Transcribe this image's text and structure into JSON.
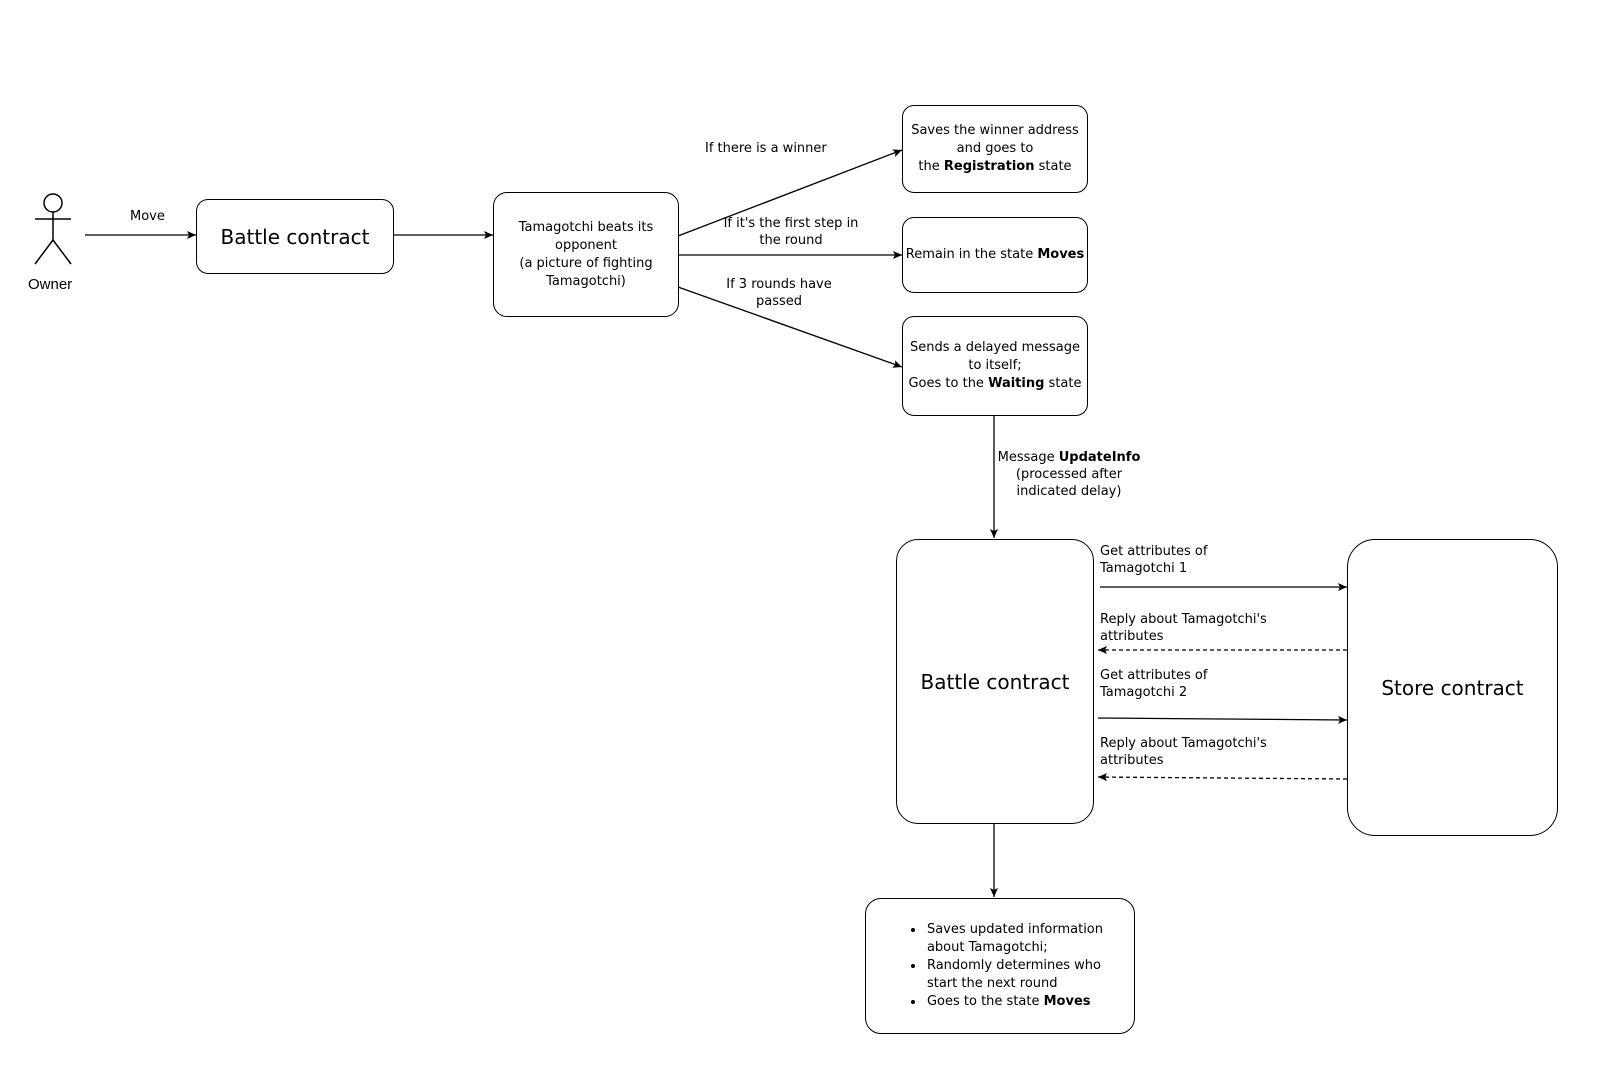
{
  "actor": {
    "label": "Owner"
  },
  "nodes": {
    "battle_contract_1": "Battle contract",
    "tamagotchi_beats": [
      "Tamagotchi beats its",
      "opponent",
      "(a picture of fighting",
      "Tamagotchi)"
    ],
    "saves_winner": {
      "l1": "Saves the winner address",
      "l2": "and goes to",
      "l3_pre": "the ",
      "l3_bold": "Registration",
      "l3_post": " state"
    },
    "remain": {
      "pre": "Remain in the state ",
      "bold": "Moves"
    },
    "sends_delayed": {
      "l1": "Sends a delayed message",
      "l2": "to itself;",
      "l3_pre": "Goes to the ",
      "l3_bold": "Waiting",
      "l3_post": " state"
    },
    "battle_contract_2": "Battle contract",
    "store_contract": "Store contract",
    "final_box": {
      "b1_l1": "Saves updated information",
      "b1_l2": "about Tamagotchi;",
      "b2_l1": "Randomly determines who",
      "b2_l2": "start the next round",
      "b3_pre": "Goes to the state ",
      "b3_bold": "Moves"
    }
  },
  "edge_labels": {
    "move": "Move",
    "winner": "If there is a winner",
    "first_step": [
      "If it's the first step in",
      "the round"
    ],
    "three_rounds": [
      "If 3 rounds  have",
      "passed"
    ],
    "update_info": {
      "pre": "Message ",
      "bold": "UpdateInfo",
      "l2": "(processed after",
      "l3": "indicated delay)"
    },
    "get_attr_1": [
      "Get attributes of",
      "Tamagotchi 1"
    ],
    "reply_1": [
      "Reply about Tamagotchi's",
      "attributes"
    ],
    "get_attr_2": [
      "Get attributes of",
      "Tamagotchi 2"
    ],
    "reply_2": [
      "Reply about Tamagotchi's",
      "attributes"
    ]
  }
}
